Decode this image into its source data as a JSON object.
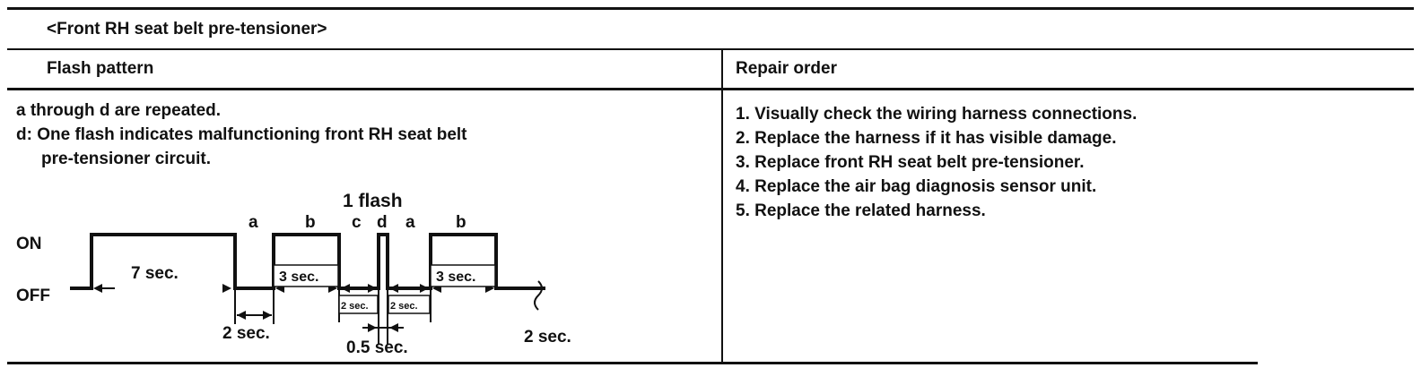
{
  "section_title": "<Front RH seat belt pre-tensioner>",
  "columns": {
    "flash_pattern": "Flash pattern",
    "repair_order": "Repair order"
  },
  "flash_pattern": {
    "note_1": "a through d are repeated.",
    "note_2": "d: One flash indicates malfunctioning front RH seat belt",
    "note_2_cont": "pre-tensioner circuit.",
    "diagram": {
      "on_label": "ON",
      "off_label": "OFF",
      "one_flash_label": "1 flash",
      "phase_letters": [
        "a",
        "b",
        "c",
        "d",
        "a",
        "b"
      ],
      "seven_sec": "7 sec.",
      "three_sec_1": "3 sec.",
      "three_sec_2": "3 sec.",
      "two_sec_gap": "2 sec.",
      "two_sec_small_1": "2 sec.",
      "two_sec_small_2": "2 sec.",
      "half_sec": "0.5 sec.",
      "two_sec_end": "2 sec."
    }
  },
  "repair_order": [
    "1. Visually check the wiring harness connections.",
    "2. Replace the harness if it has visible damage.",
    "3. Replace front RH seat belt pre-tensioner.",
    "4. Replace the air bag diagnosis sensor unit.",
    "5. Replace the related harness."
  ]
}
